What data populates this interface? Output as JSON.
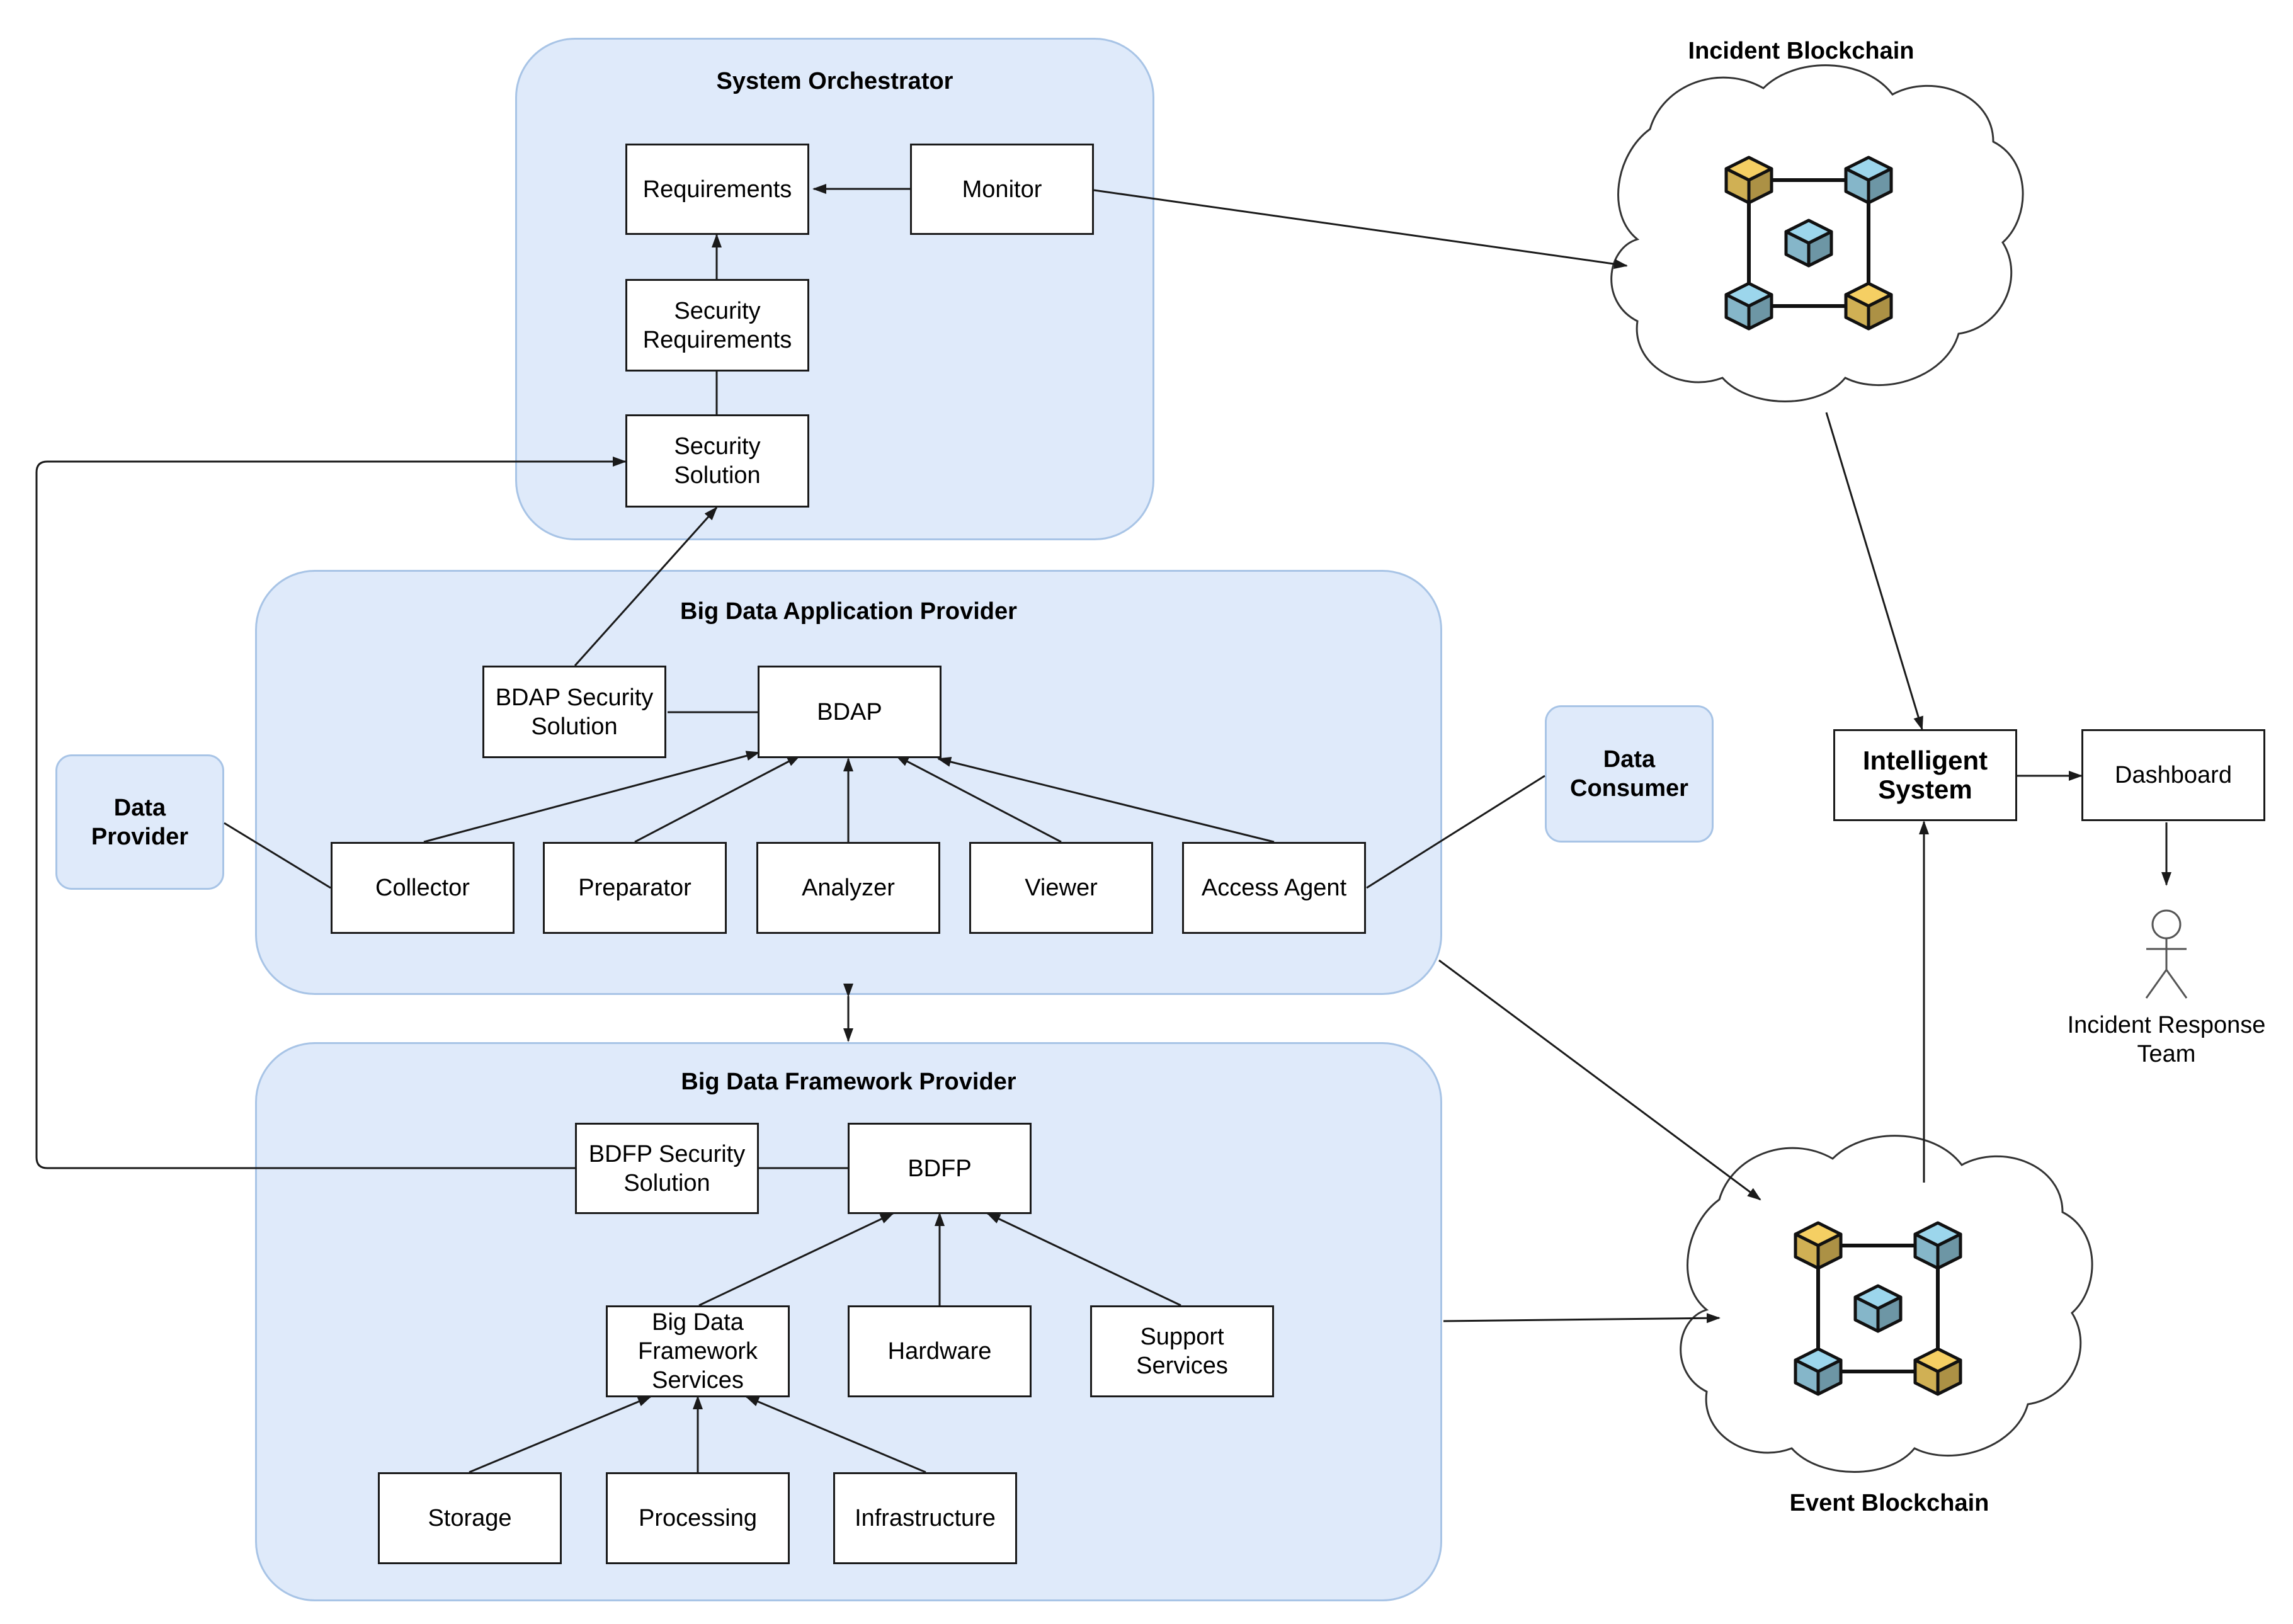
{
  "groups": {
    "system_orchestrator": "System Orchestrator",
    "bdap_group": "Big Data Application Provider",
    "bdfp_group": "Big Data Framework Provider"
  },
  "nodes": {
    "requirements": "Requirements",
    "monitor": "Monitor",
    "security_requirements": "Security\nRequirements",
    "security_solution": "Security\nSolution",
    "bdap_security_solution": "BDAP Security\nSolution",
    "bdap": "BDAP",
    "collector": "Collector",
    "preparator": "Preparator",
    "analyzer": "Analyzer",
    "viewer": "Viewer",
    "access_agent": "Access Agent",
    "bdfp_security_solution": "BDFP Security\nSolution",
    "bdfp": "BDFP",
    "bdf_services": "Big Data\nFramework\nServices",
    "hardware": "Hardware",
    "support_services": "Support\nServices",
    "storage": "Storage",
    "processing": "Processing",
    "infrastructure": "Infrastructure",
    "intelligent_system": "Intelligent\nSystem",
    "dashboard": "Dashboard"
  },
  "actors": {
    "data_provider": "Data\nProvider",
    "data_consumer": "Data\nConsumer",
    "incident_response_team": "Incident Response\nTeam"
  },
  "clouds": {
    "incident_blockchain": "Incident Blockchain",
    "event_blockchain": "Event Blockchain"
  },
  "colors": {
    "group_fill": "#dfeafa",
    "group_border": "#a8c4e6",
    "cube_blue": "#9cd6ec",
    "cube_yellow": "#f5cf63"
  }
}
